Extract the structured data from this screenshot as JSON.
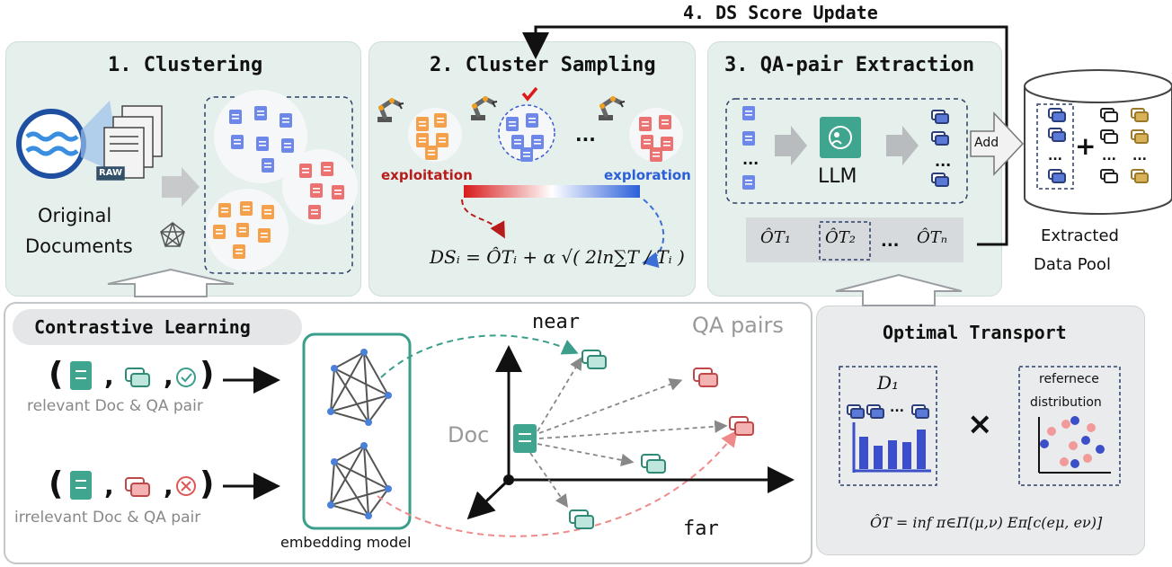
{
  "top_arrow": {
    "label": "4. DS Score Update"
  },
  "clustering": {
    "title": "1. Clustering",
    "raw_tag": "RAW",
    "doc_label_1": "Original",
    "doc_label_2": "Documents"
  },
  "sampling": {
    "title": "2. Cluster Sampling",
    "ellipsis": "...",
    "exploitation": "exploitation",
    "exploration": "exploration",
    "formula": "DSᵢ = ÔTᵢ + α √( 2ln∑T / Tᵢ )"
  },
  "extraction": {
    "title": "3. QA-pair Extraction",
    "llm": "LLM",
    "ellipsis": "...",
    "add": "Add",
    "ot_items": [
      "ÔT₁",
      "ÔT₂",
      "...",
      "ÔTₙ"
    ]
  },
  "pool": {
    "label_1": "Extracted",
    "label_2": "Data Pool",
    "plus": "+",
    "ellipsis": "..."
  },
  "contrastive": {
    "title": "Contrastive Learning",
    "relevant": "relevant Doc & QA pair",
    "irrelevant": "irrelevant Doc & QA pair",
    "model_label": "embedding model",
    "near": "near",
    "far": "far",
    "qa_pairs": "QA pairs",
    "doc": "Doc",
    "paren_open": "(",
    "paren_close": ")",
    "comma": ","
  },
  "ot": {
    "title": "Optimal Transport",
    "d1": "D₁",
    "ref_1": "refernece",
    "ref_2": "distribution",
    "times": "×",
    "formula": "ÔT = inf π∈Π(μ,ν) Eπ[c(eμ, eν)]",
    "ellipsis": "..."
  },
  "colors": {
    "teal": "#3a9e8a",
    "blue": "#3b5bd1",
    "orange": "#f0962d",
    "red": "#e06a6a",
    "navy": "#2c3e7a",
    "dark_red": "#b71c1c"
  }
}
